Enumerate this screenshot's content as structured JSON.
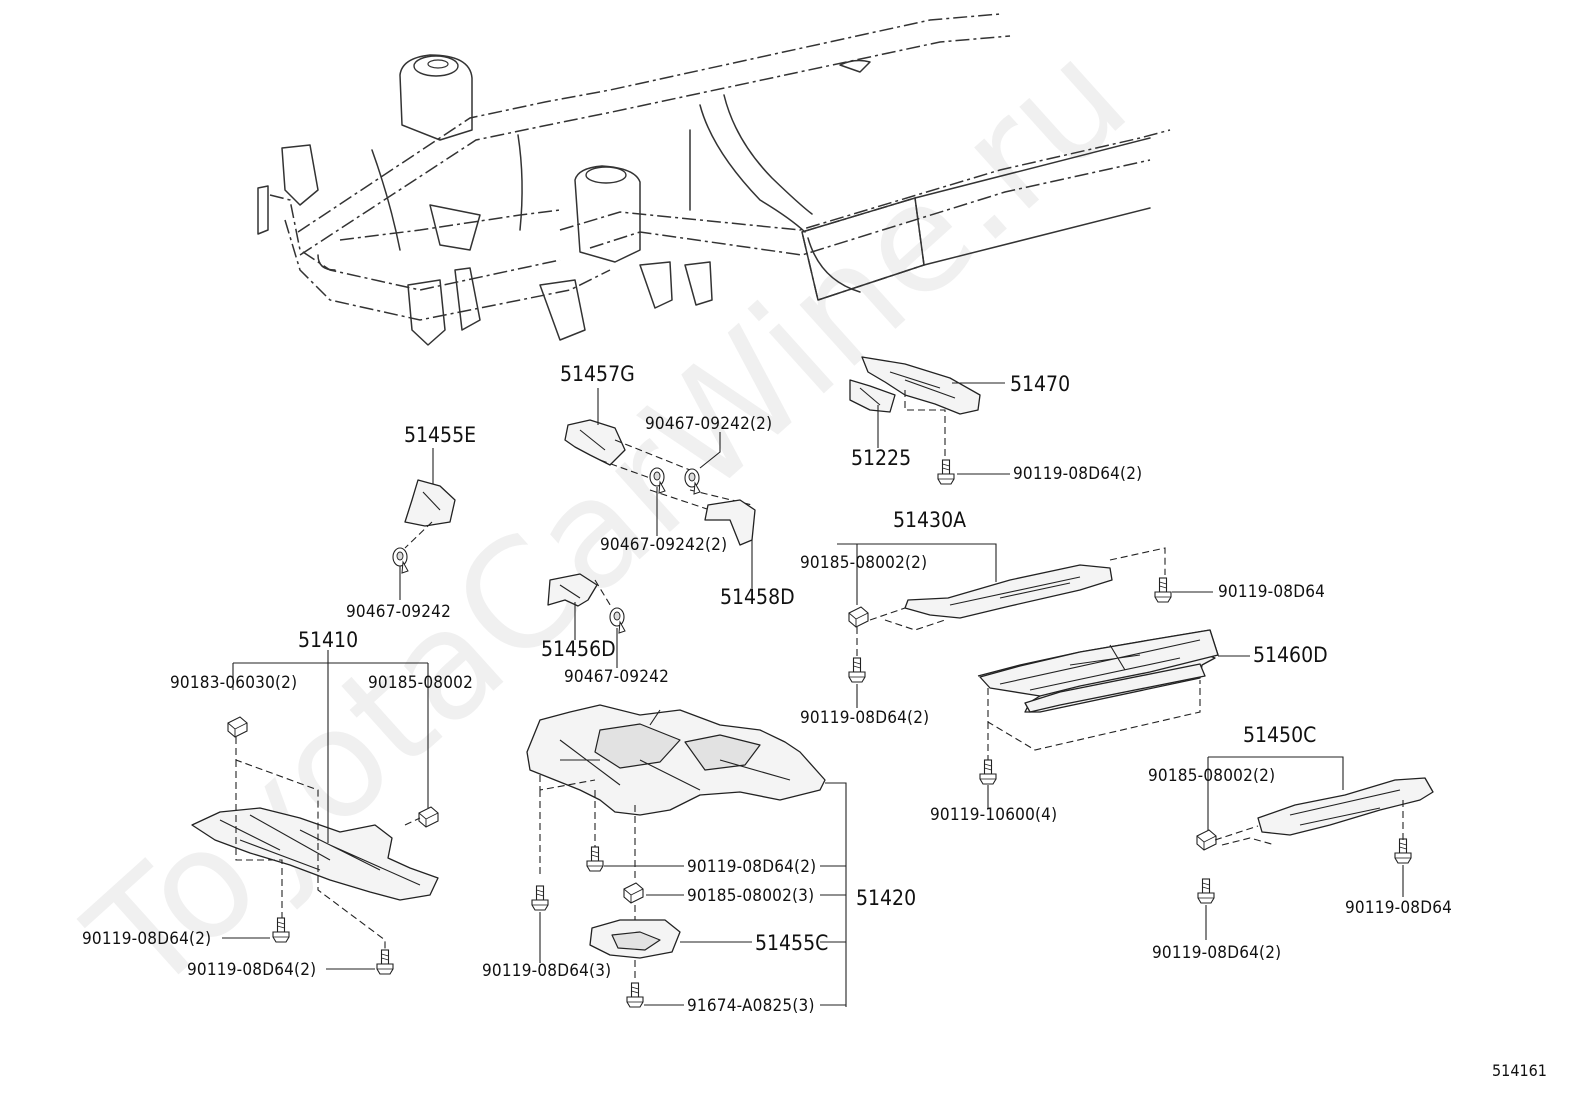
{
  "watermark": "ToyotaCarWine.ru",
  "figure_id": "514161",
  "labels": {
    "p51457G": "51457G",
    "p51470": "51470",
    "p51225": "51225",
    "p51455E": "51455E",
    "p9046709242_2a": "90467-09242(2)",
    "p9046709242_2b": "90467-09242(2)",
    "p9011908D64_2a": "90119-08D64(2)",
    "p51430A": "51430A",
    "p9018508002_2a": "90185-08002(2)",
    "p9011908D64_b": "90119-08D64",
    "p51458D": "51458D",
    "p9046709242_c": "90467-09242",
    "p51410": "51410",
    "p51456D": "51456D",
    "p51460D": "51460D",
    "p9018306030_2": "90183-06030(2)",
    "p9018508002_d": "90185-08002",
    "p9046709242_e": "90467-09242",
    "p9011908D64_2c": "90119-08D64(2)",
    "p51450C": "51450C",
    "p9018508002_2f": "90185-08002(2)",
    "p9011910600_4": "90119-10600(4)",
    "p9011908D64_2g": "90119-08D64(2)",
    "p9018508002_3": "90185-08002(3)",
    "p51420": "51420",
    "p9011908D64_2h": "90119-08D64(2)",
    "p9011908D64_2i": "90119-08D64(2)",
    "p9011908D64_j": "90119-08D64",
    "p51455C": "51455C",
    "p9011908D64_3": "90119-08D64(3)",
    "p9011908D64_2k": "90119-08D64(2)",
    "p91674A0825_3": "91674-A0825(3)"
  }
}
